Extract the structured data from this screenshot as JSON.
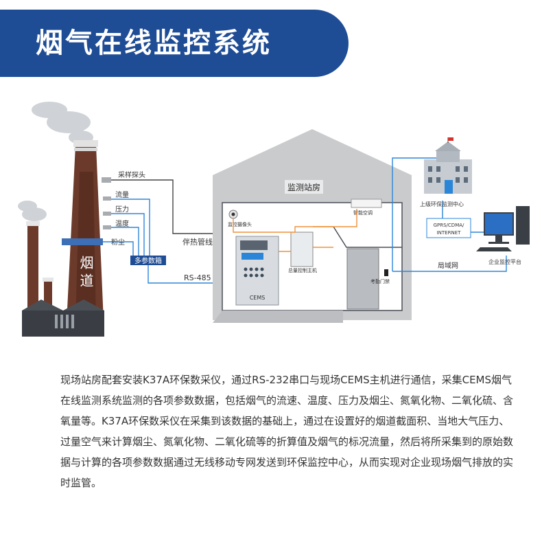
{
  "header": {
    "title": "烟气在线监控系统"
  },
  "diagram": {
    "chimney_label": "烟道",
    "station_title": "监测站房",
    "probe_labels": [
      "采样探头",
      "流量",
      "压力",
      "温度",
      "粉尘"
    ],
    "junction_box": "多参数箱",
    "heat_trace_pipe": "伴热管线",
    "rs485": "RS-485",
    "camera": "监控摄像头",
    "air_conditioner": "智能空调",
    "cems": "CEMS",
    "controller": "总量控制主机",
    "door_sensor": "考勤门禁",
    "env_center": "上级环保监测中心",
    "network": [
      "GPRS/CDMA/",
      "INTERNET"
    ],
    "lan": "局域网",
    "enterprise": "企业监控平台"
  },
  "description": "现场站房配套安装K37A环保数采仪，通过RS-232串口与现场CEMS主机进行通信，采集CEMS烟气在线监测系统监测的各项参数数据，包括烟气的流速、温度、压力及烟尘、氮氧化物、二氧化硫、含氧量等。K37A环保数采仪在采集到该数据的基础上，通过在设置好的烟道截面积、当地大气压力、过量空气来计算烟尘、氮氧化物、二氧化硫等的折算值及烟气的标况流量，然后将所采集到的原始数据与计算的各项参数数据通过无线移动专网发送到环保监控中心，从而实现对企业现场烟气排放的实时监管。",
  "colors": {
    "banner": "#1f4d95",
    "chimney": "#6b3a2a",
    "station": "#c9cbcd",
    "line_blue": "#2b86d8",
    "line_orange": "#f0913a"
  }
}
